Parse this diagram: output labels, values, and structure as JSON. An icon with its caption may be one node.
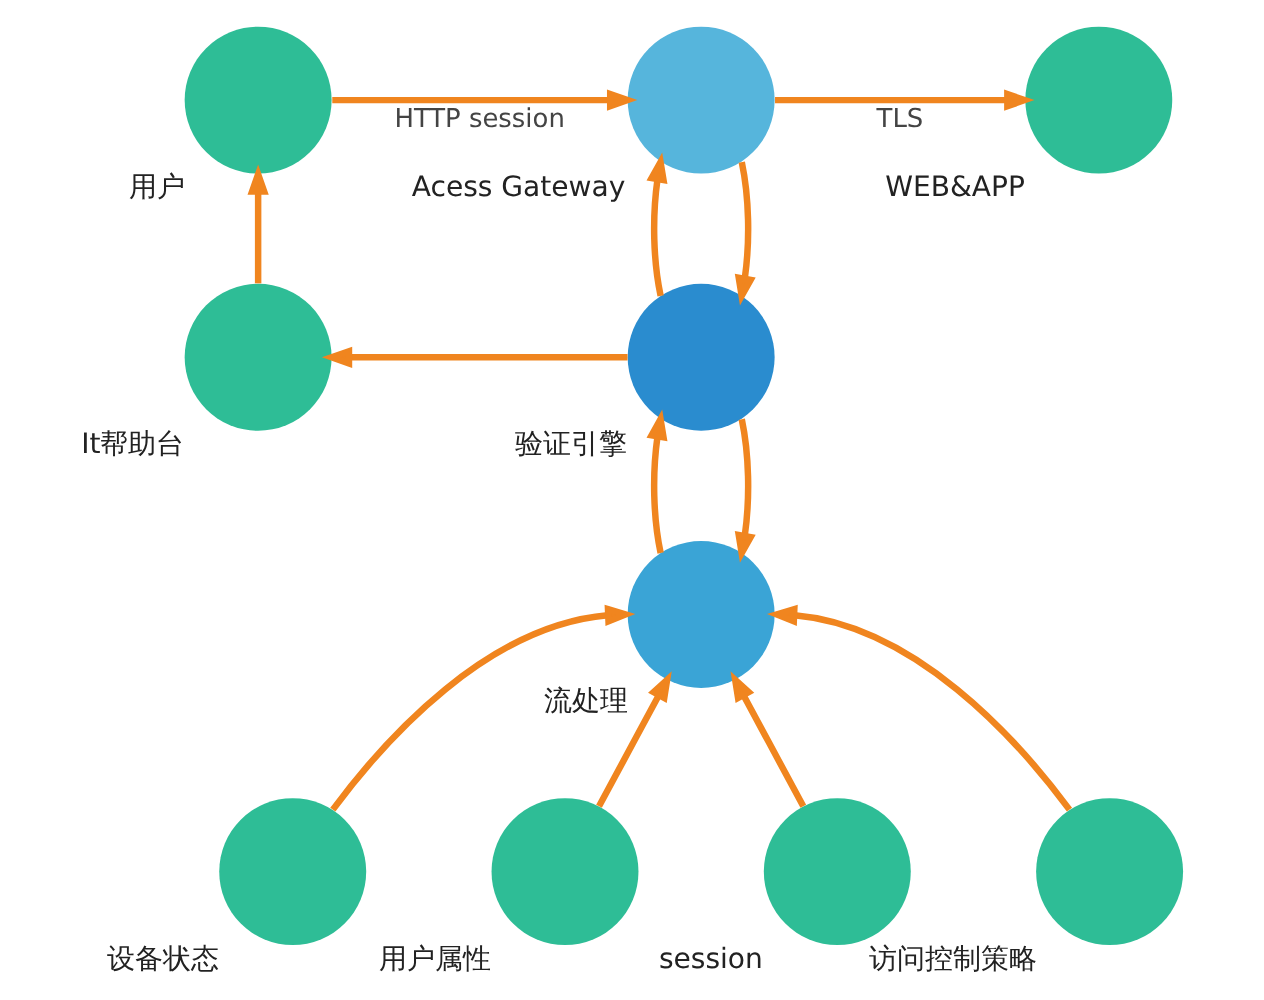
{
  "diagram": {
    "nodes": [
      {
        "text": [
          "用户"
        ]
      },
      {
        "text": [
          "Acess Gateway"
        ]
      },
      {
        "text": [
          "WEB&APP"
        ]
      },
      {
        "text": [
          "It帮助台"
        ]
      },
      {
        "text": [
          "验证引擎"
        ]
      },
      {
        "text": [
          "流处理"
        ]
      },
      {
        "text": [
          "设备状态"
        ]
      },
      {
        "text": [
          "用户属性"
        ]
      },
      {
        "text": [
          "session"
        ]
      },
      {
        "text": [
          "访问控制策略"
        ]
      }
    ],
    "edges": [
      {
        "from": 0,
        "to": 1,
        "arrow": "to",
        "label": "HTTP session"
      },
      {
        "from": 1,
        "to": 2,
        "arrow": "to",
        "label": "TLS"
      },
      {
        "from": 1,
        "to": 4,
        "arrow": "to"
      },
      {
        "from": 4,
        "to": 1,
        "arrow": "to"
      },
      {
        "from": 4,
        "to": 3,
        "arrow": "to"
      },
      {
        "from": 3,
        "to": 0,
        "arrow": "to"
      },
      {
        "from": 4,
        "to": 5,
        "arrow": "to"
      },
      {
        "from": 5,
        "to": 4,
        "arrow": "to"
      },
      {
        "from": 6,
        "to": 5,
        "arrow": "to"
      },
      {
        "from": 7,
        "to": 5,
        "arrow": "to"
      },
      {
        "from": 8,
        "to": 5,
        "arrow": "to"
      },
      {
        "from": 9,
        "to": 5,
        "arrow": "to"
      }
    ]
  }
}
